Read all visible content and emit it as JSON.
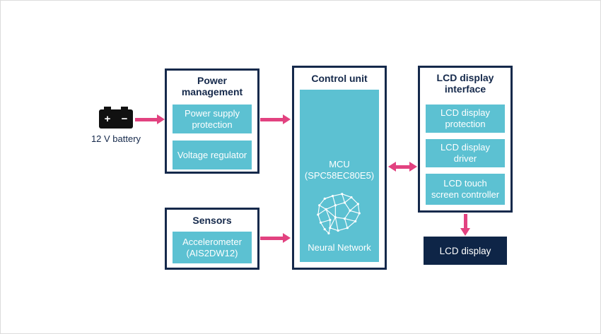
{
  "battery": {
    "label": "12 V battery",
    "plus": "+",
    "minus": "−"
  },
  "power_management": {
    "title": "Power management",
    "blocks": [
      {
        "label": "Power supply protection"
      },
      {
        "label": "Voltage regulator"
      }
    ]
  },
  "sensors": {
    "title": "Sensors",
    "blocks": [
      {
        "label": "Accelerometer (AIS2DW12)"
      }
    ]
  },
  "control_unit": {
    "title": "Control unit",
    "mcu_label": "MCU (SPC58EC80E5)",
    "nn_label": "Neural Network"
  },
  "lcd_interface": {
    "title": "LCD display interface",
    "blocks": [
      {
        "label": "LCD display protection"
      },
      {
        "label": "LCD display driver"
      },
      {
        "label": "LCD touch screen controller"
      }
    ]
  },
  "lcd_display": {
    "label": "LCD display"
  },
  "colors": {
    "teal": "#5cc1d2",
    "navy": "#15294b",
    "pink": "#e24280",
    "dark_box": "#0e2547"
  }
}
